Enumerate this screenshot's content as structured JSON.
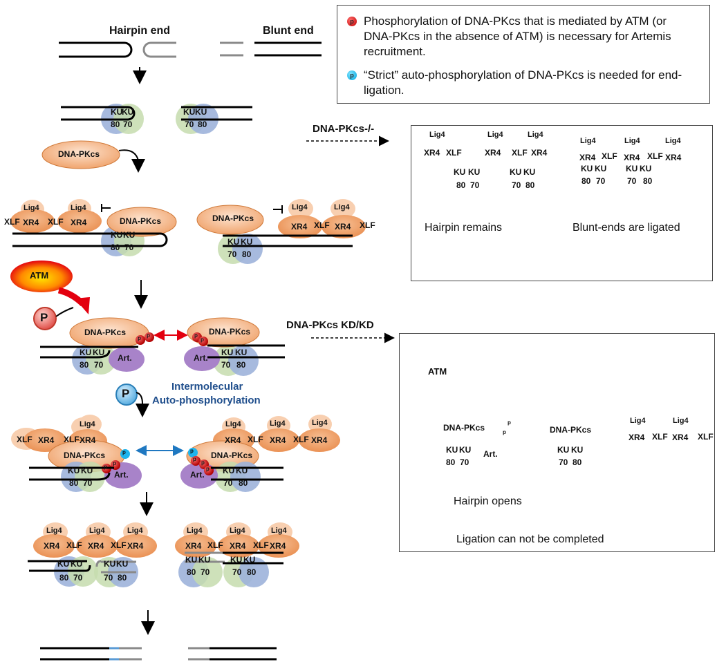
{
  "header": {
    "hairpin_end": "Hairpin  end",
    "blunt_end": "Blunt  end"
  },
  "legend": {
    "red_text": "Phosphorylation of DNA-PKcs that is mediated by ATM (or DNA-PKcs  in the absence of ATM) is necessary for Artemis recruitment.",
    "blue_text": "“Strict” auto-phosphorylation of DNA-PKcs is needed for end-ligation.",
    "dot_label": "p"
  },
  "arrows": {
    "dnapkcs_null": "DNA-PKcs-/-",
    "dnapkcs_kd": "DNA-PKcs KD/KD"
  },
  "steps": {
    "intermolecular": "Intermolecular",
    "autophos": "Auto-phosphorylation"
  },
  "panel_null": {
    "hairpin_remains": "Hairpin  remains",
    "blunt_ligated": "Blunt-ends are ligated"
  },
  "panel_kd": {
    "hairpin_opens": "Hairpin opens",
    "ligation_incomplete": "Ligation can not be completed"
  },
  "labels": {
    "ku": "KU",
    "ku80": "80",
    "ku70": "70",
    "dnapkcs": "DNA-PKcs",
    "lig4": "Lig4",
    "xr4": "XR4",
    "xlf": "XLF",
    "atm": "ATM",
    "art": "Art.",
    "p_big": "P",
    "p_small": "p"
  },
  "colors": {
    "ku80_blue": "#9db3da",
    "ku70_green": "#c6dcae",
    "dnapkcs_orange": "#f2a46e",
    "xr4_orange": "#ee9b5f",
    "lig4_peach": "#f8cfb0",
    "artemis_purple": "#a883c9",
    "atm_red": "#e3000f",
    "atm_yellow": "#ffe000",
    "phospho_red": "#d00000",
    "phospho_blue": "#1fb4ec",
    "strand_grey": "#8a8a8a",
    "strand_black": "#000000",
    "ligation_blue": "#5a9bd5"
  }
}
